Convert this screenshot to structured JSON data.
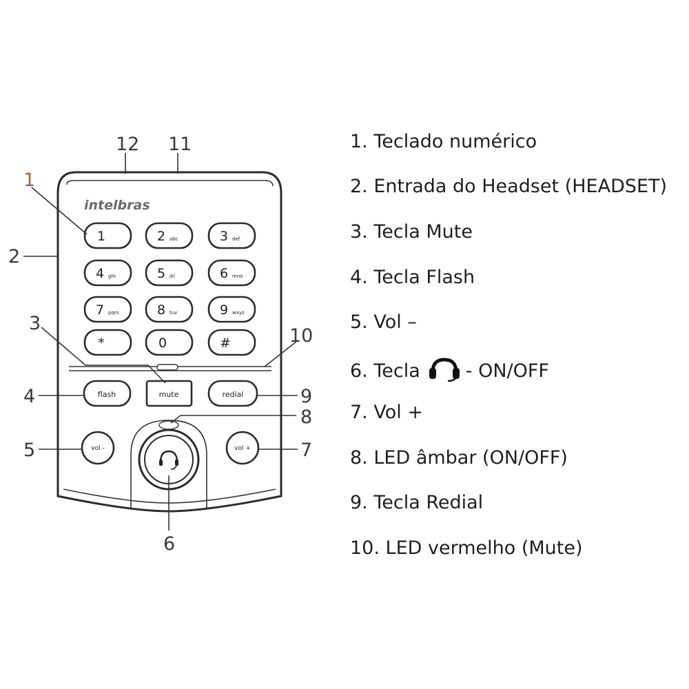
{
  "brand": "intelbras",
  "callouts": {
    "c1": "1",
    "c2": "2",
    "c3": "3",
    "c4": "4",
    "c5": "5",
    "c6": "6",
    "c7": "7",
    "c8": "8",
    "c9": "9",
    "c10": "10",
    "c11": "11",
    "c12": "12"
  },
  "keys": [
    {
      "main": "1",
      "sub": ""
    },
    {
      "main": "2",
      "sub": "abc"
    },
    {
      "main": "3",
      "sub": "def"
    },
    {
      "main": "4",
      "sub": "ghi"
    },
    {
      "main": "5",
      "sub": "jkl"
    },
    {
      "main": "6",
      "sub": "mno"
    },
    {
      "main": "7",
      "sub": "pqrs"
    },
    {
      "main": "8",
      "sub": "tuv"
    },
    {
      "main": "9",
      "sub": "wxyz"
    },
    {
      "main": "*",
      "sub": ""
    },
    {
      "main": "0",
      "sub": ""
    },
    {
      "main": "#",
      "sub": ""
    }
  ],
  "function_keys": {
    "flash": "flash",
    "mute": "mute",
    "redial": "redial",
    "vol_minus": "vol -",
    "vol_plus": "vol +"
  },
  "legend": [
    "1. Teclado numérico",
    "2. Entrada do Headset (HEADSET)",
    "3. Tecla Mute",
    "4. Tecla Flash",
    "5. Vol –",
    {
      "before": "6. Tecla",
      "icon": "headset-icon",
      "after": "- ON/OFF"
    },
    "7. Vol +",
    "8. LED âmbar (ON/OFF)",
    "9. Tecla Redial",
    "10. LED vermelho (Mute)"
  ]
}
